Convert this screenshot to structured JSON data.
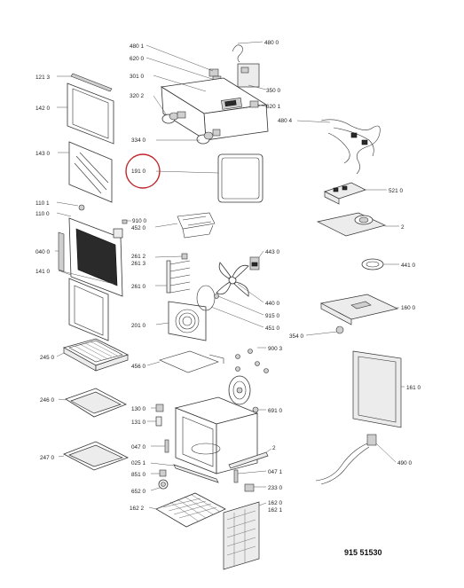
{
  "document_number": "915 51530",
  "highlight_color": "#c0272d",
  "labels": {
    "l4801": "480 1",
    "l4800": "480 0",
    "l6200": "620 0",
    "l3010": "301 0",
    "l3500": "350 0",
    "l1213": "121 3",
    "l6201": "620 1",
    "l3202": "320 2",
    "l4804": "480 4",
    "l1420": "142 0",
    "l3340": "334 0",
    "l1430": "143 0",
    "l1910": "191 0",
    "l5210": "521 0",
    "l1101": "110 1",
    "l1100": "110 0",
    "l9100": "910 0",
    "l4520": "452 0",
    "l2": "2",
    "l0400": "040 0",
    "l4430": "443 0",
    "l2612": "261 2",
    "l2613": "261 3",
    "l4410": "441 0",
    "l1410": "141 0",
    "l2610": "261 0",
    "l4400": "440 0",
    "l1600": "160 0",
    "l9150": "915 0",
    "l2010": "201 0",
    "l4510": "451 0",
    "l3540": "354 0",
    "l9003": "900 3",
    "l2450": "245 0",
    "l4560": "456 0",
    "l1610": "161 0",
    "l2460": "246 0",
    "l1300": "130 0",
    "l6910": "691 0",
    "l1310": "131 0",
    "l0470": "047 0",
    "l2b": "2",
    "l2470": "247 0",
    "l0251": "025 1",
    "l4900": "490 0",
    "l8510": "851 0",
    "l0471": "047 1",
    "l6520": "652 0",
    "l2330": "233 0",
    "l1620": "162 0",
    "l1622": "162 2",
    "l1621": "162 1"
  }
}
